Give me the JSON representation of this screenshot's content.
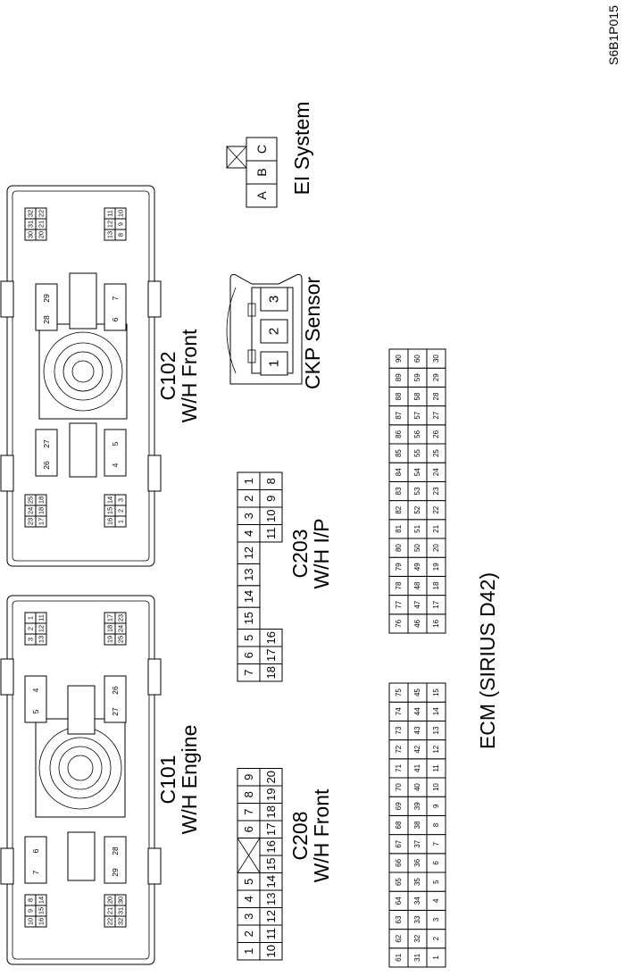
{
  "figure_code": "S6B1P015",
  "connectors": {
    "c101": {
      "name": "C101",
      "desc": "W/H Engine",
      "blocks": [
        [
          "10",
          "9",
          "8",
          "16",
          "15",
          "14"
        ],
        [
          "7",
          "6"
        ],
        [
          "22",
          "21",
          "20",
          "32",
          "31",
          "30"
        ],
        [
          "29",
          "28"
        ],
        [
          "5",
          "4"
        ],
        [
          "27",
          "26"
        ],
        [
          "3",
          "2",
          "1",
          "13",
          "12",
          "11"
        ],
        [
          "19",
          "18",
          "17",
          "25",
          "24",
          "23"
        ]
      ]
    },
    "c102": {
      "name": "C102",
      "desc": "W/H Front",
      "blocks": [
        [
          "23",
          "24",
          "25",
          "17",
          "18",
          "18"
        ],
        [
          "16",
          "15",
          "14",
          "1",
          "2",
          "3"
        ],
        [
          "26",
          "27"
        ],
        [
          "4",
          "5"
        ],
        [
          "28",
          "29"
        ],
        [
          "6",
          "7"
        ],
        [
          "30",
          "31",
          "32",
          "20",
          "21",
          "22"
        ],
        [
          "13",
          "12",
          "11",
          "8",
          "9",
          "10"
        ]
      ]
    },
    "c208": {
      "name": "C208",
      "desc": "W/H Front",
      "top": [
        "1",
        "2",
        "3",
        "4",
        "5",
        "",
        "6",
        "7",
        "8",
        "9"
      ],
      "bottom": [
        "10",
        "11",
        "12",
        "13",
        "14",
        "15",
        "16",
        "17",
        "18",
        "19",
        "20"
      ]
    },
    "c203": {
      "name": "C203",
      "desc": "W/H I/P",
      "top": [
        "7",
        "6",
        "5",
        "15",
        "14",
        "13",
        "12",
        "4",
        "3",
        "2",
        "1"
      ],
      "bottom": [
        "18",
        "17",
        "16",
        "11",
        "10",
        "9",
        "8"
      ]
    },
    "ckp": {
      "name": "CKP Sensor",
      "pins": [
        "1",
        "2",
        "3"
      ]
    },
    "ei": {
      "name": "EI System",
      "pins": [
        "A",
        "B",
        "C"
      ]
    },
    "ecm": {
      "name": "ECM (SIRIUS D42)"
    }
  }
}
